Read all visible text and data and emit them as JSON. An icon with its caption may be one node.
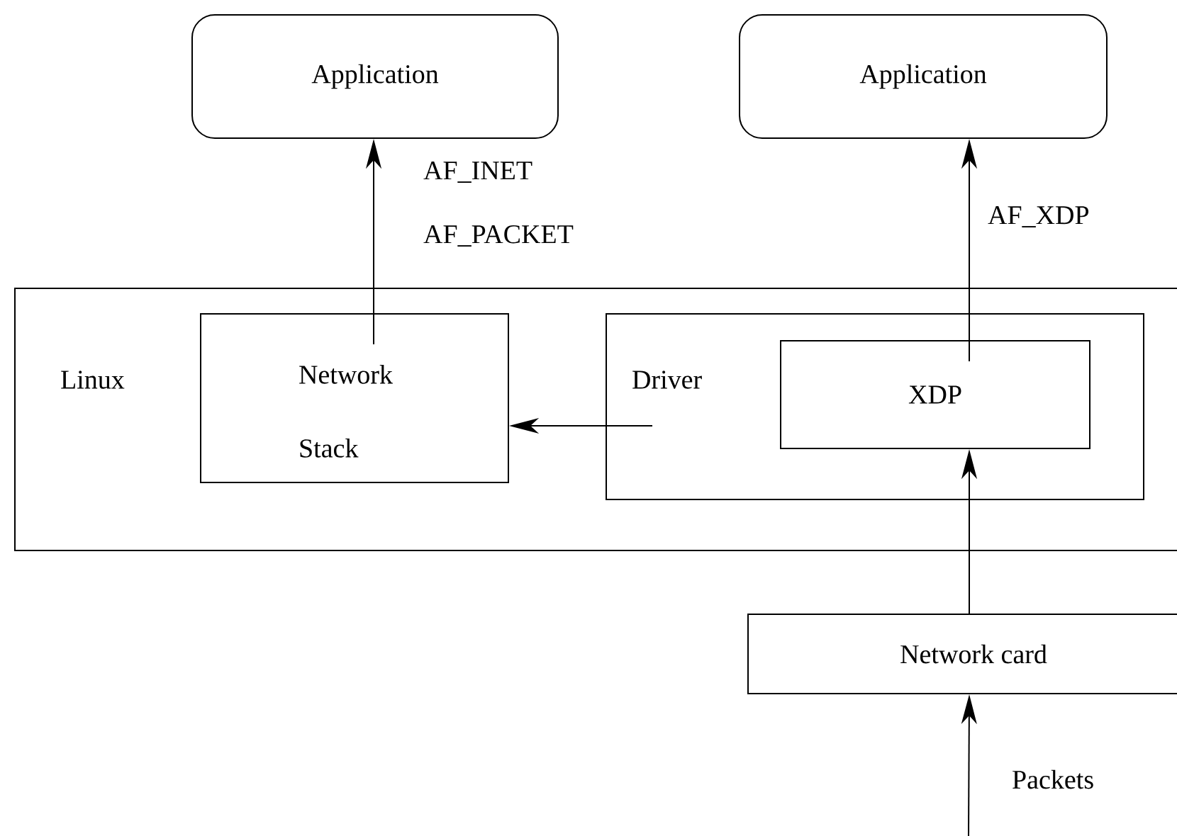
{
  "diagram": {
    "nodes": [
      {
        "text": [
          "Application"
        ]
      },
      {
        "text": [
          "Application"
        ]
      },
      {
        "text": [
          "Linux"
        ]
      },
      {
        "text": [
          "Network Stack"
        ],
        "in": 2
      },
      {
        "text": [
          "Driver"
        ],
        "in": 2
      },
      {
        "text": [
          "XDP"
        ],
        "in": 4
      },
      {
        "text": [
          "Network card"
        ]
      }
    ],
    "edges": [
      {
        "from": 3,
        "to": 0,
        "arrow": "to",
        "label": "AF_INET AF_PACKET"
      },
      {
        "from": 5,
        "to": 1,
        "arrow": "to",
        "label": "AF_XDP"
      },
      {
        "from": 4,
        "to": 3,
        "arrow": "to"
      },
      {
        "from": 6,
        "to": 5,
        "arrow": "to"
      },
      {
        "from": null,
        "to": 6,
        "arrow": "to",
        "label": "Packets"
      }
    ]
  }
}
